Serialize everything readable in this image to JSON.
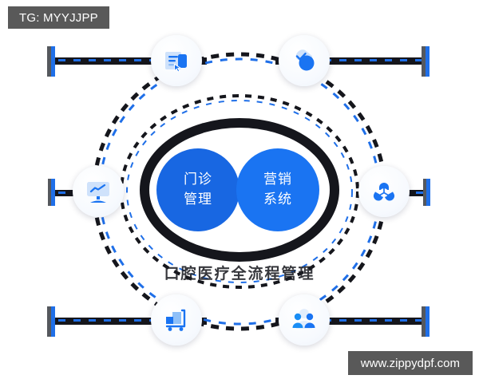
{
  "badge": {
    "label": "TG: MYYJJPP"
  },
  "watermark": {
    "label": "www.zippydpf.com"
  },
  "center": {
    "left_circle": {
      "line1": "门诊",
      "line2": "管理"
    },
    "right_circle": {
      "line1": "营销",
      "line2": "系统"
    },
    "caption": "口腔医疗全流程管理"
  },
  "nodes": [
    {
      "id": "form-entry",
      "icon": "document-cursor-icon"
    },
    {
      "id": "pharmacy",
      "icon": "capsule-check-icon"
    },
    {
      "id": "analytics",
      "icon": "monitor-chart-icon"
    },
    {
      "id": "network",
      "icon": "share-nodes-icon"
    },
    {
      "id": "inventory",
      "icon": "trolley-icon"
    },
    {
      "id": "members",
      "icon": "users-icon"
    }
  ],
  "colors": {
    "accent_blue": "#1a74f2",
    "deep_blue": "#1867e2",
    "dark": "#15161c",
    "badge_gray": "#595959",
    "rail_gray": "#55585d"
  }
}
